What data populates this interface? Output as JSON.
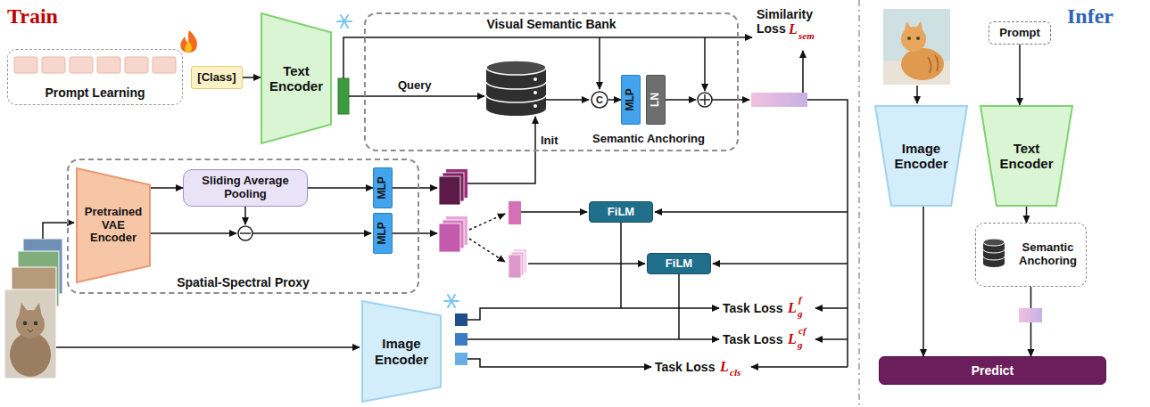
{
  "diagram": {
    "nodes": [
      {
        "text": [
          "Prompt Learning"
        ]
      },
      {
        "text": [
          "[Class]"
        ]
      },
      {
        "text": [
          "Text Encoder"
        ]
      },
      {
        "text": [
          "Visual Semantic Bank"
        ]
      },
      {
        "text": [
          "C"
        ],
        "in": 3
      },
      {
        "text": [
          "MLP"
        ],
        "in": 3
      },
      {
        "text": [
          "LN"
        ],
        "in": 3
      },
      {
        "text": [
          "Spatial-Spectral Proxy"
        ]
      },
      {
        "text": [
          "Pretrained VAE Encoder"
        ],
        "in": 7
      },
      {
        "text": [
          "Sliding Average Pooling"
        ],
        "in": 7
      },
      {
        "text": [
          "MLP"
        ],
        "in": 7
      },
      {
        "text": [
          "MLP"
        ],
        "in": 7
      },
      {
        "text": [
          "FiLM"
        ]
      },
      {
        "text": [
          "FiLM"
        ]
      },
      {
        "text": [
          "Image Encoder"
        ]
      },
      {
        "text": [
          "Image Encoder"
        ]
      },
      {
        "text": [
          "Prompt"
        ]
      },
      {
        "text": [
          "Text Encoder"
        ]
      },
      {
        "text": [
          "Semantic Anchoring"
        ]
      },
      {
        "text": [
          "Predict"
        ]
      }
    ],
    "edges": [
      {
        "from": 1,
        "to": 2,
        "arrow": "to"
      },
      {
        "from": 4,
        "to": 5,
        "arrow": "to"
      },
      {
        "from": 8,
        "to": 9,
        "arrow": "to"
      },
      {
        "from": 9,
        "to": 10,
        "arrow": "to"
      },
      {
        "from": 16,
        "to": 17,
        "arrow": "to"
      },
      {
        "from": 17,
        "to": 18,
        "arrow": "to"
      },
      {
        "from": 15,
        "to": 19,
        "arrow": "to"
      },
      {
        "from": 18,
        "to": 19,
        "arrow": "to"
      }
    ],
    "labels": [
      "Train",
      "Infer",
      "Query",
      "Init",
      "Semantic Anchoring",
      "Similarity Loss",
      "L",
      "sem",
      "Task Loss",
      "L",
      "g",
      "f",
      "Task Loss",
      "L",
      "g",
      "cf",
      "Task Loss",
      "L",
      "cls"
    ]
  }
}
